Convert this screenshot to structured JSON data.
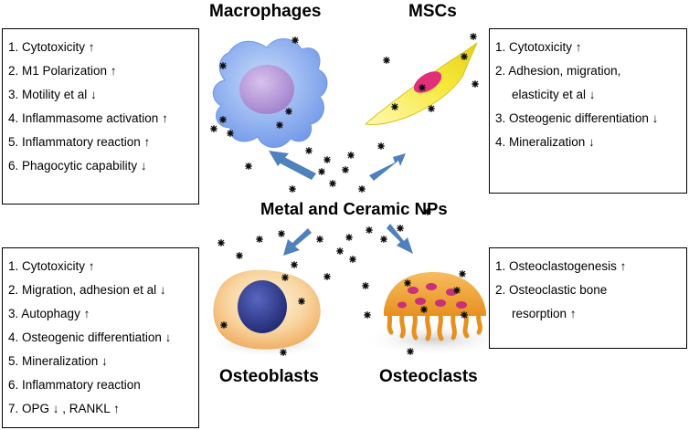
{
  "center_label": "Metal and Ceramic NPs",
  "panels": {
    "macrophages": {
      "title": "Macrophages",
      "items": [
        "1. Cytotoxicity ↑",
        "2. M1 Polarization ↑",
        "3. Motility et al ↓",
        "4. Inflammasome activation ↑",
        "5. Inflammatory reaction ↑",
        "6. Phagocytic capability ↓"
      ]
    },
    "mscs": {
      "title": "MSCs",
      "items": [
        "1. Cytotoxicity ↑",
        "2. Adhesion, migration,",
        "elasticity et al ↓",
        "3. Osteogenic differentiation ↓",
        "4. Mineralization ↓"
      ]
    },
    "osteoblasts": {
      "title": "Osteoblasts",
      "items": [
        "1. Cytotoxicity ↑",
        "2. Migration, adhesion et al ↓",
        "3. Autophagy ↑",
        "4. Osteogenic differentiation ↓",
        "5. Mineralization ↓",
        "6. Inflammatory reaction",
        "7. OPG ↓ , RANKL ↑"
      ]
    },
    "osteoclasts": {
      "title": "Osteoclasts",
      "items": [
        "1. Osteoclastogenesis ↑",
        "2. Osteoclastic  bone",
        "resorption ↑"
      ]
    }
  },
  "colors": {
    "arrow": "#4f81bd",
    "macrophage": "#9ab8f0",
    "macrophage_nucleus": "#b79ad8",
    "msc": "#f6e83a",
    "msc_nucleus": "#e0307a",
    "osteoblast": "#f6c78a",
    "osteoblast_nucleus": "#2e3a8c",
    "osteoclast": "#f4a93c",
    "osteoclast_nuclei": "#c8307a",
    "nanoparticle": "#111111"
  }
}
